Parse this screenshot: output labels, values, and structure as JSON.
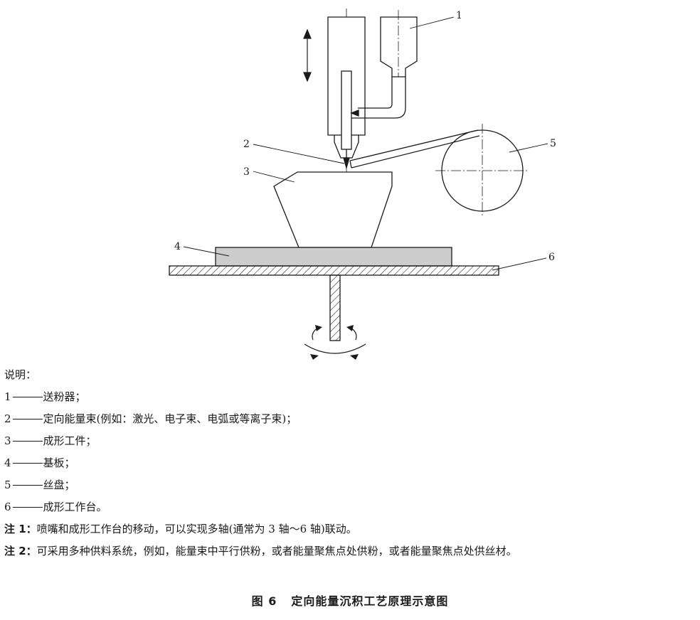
{
  "diagram": {
    "callouts": [
      "1",
      "2",
      "3",
      "4",
      "5",
      "6"
    ]
  },
  "legend": {
    "title": "说明：",
    "items": [
      {
        "num": "1",
        "text": "送粉器；"
      },
      {
        "num": "2",
        "text": "定向能量束(例如：激光、电子束、电弧或等离子束)；"
      },
      {
        "num": "3",
        "text": "成形工件；"
      },
      {
        "num": "4",
        "text": "基板；"
      },
      {
        "num": "5",
        "text": "丝盘；"
      },
      {
        "num": "6",
        "text": "成形工作台。"
      }
    ],
    "notes": [
      {
        "label": "注 1：",
        "text": "喷嘴和成形工作台的移动，可以实现多轴(通常为 3 轴～6 轴)联动。"
      },
      {
        "label": "注 2：",
        "text": "可采用多种供料系统，例如，能量束中平行供粉，或者能量聚焦点处供粉，或者能量聚焦点处供丝材。"
      }
    ]
  },
  "caption": {
    "number": "图 6",
    "title": "定向能量沉积工艺原理示意图"
  }
}
